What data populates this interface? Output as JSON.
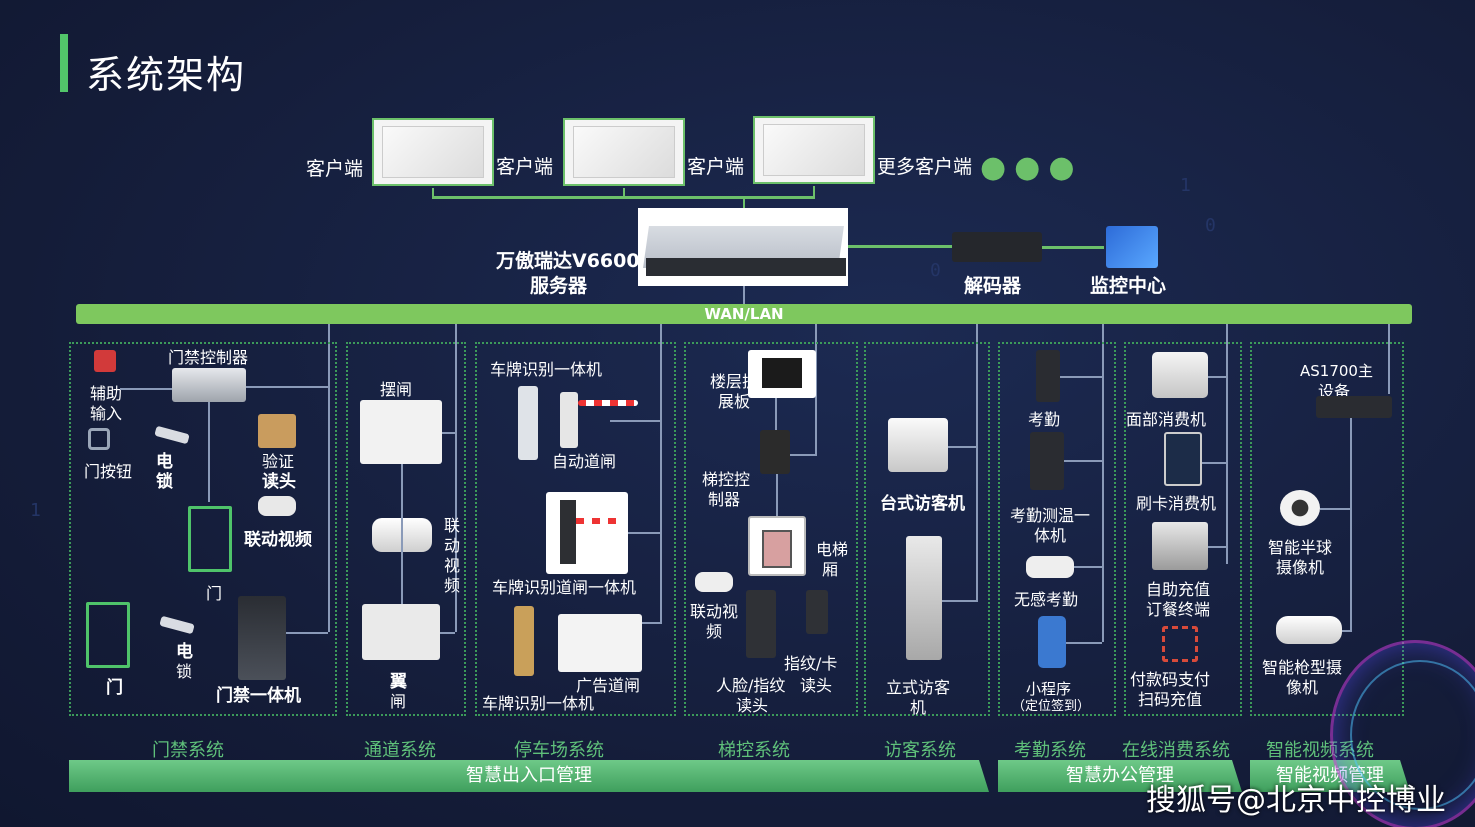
{
  "title": "系统架构",
  "clients": {
    "labels": [
      "客户端",
      "客户端",
      "客户端",
      "更多客户端"
    ]
  },
  "server": {
    "line1": "万傲瑞达V6600",
    "line2": "服务器"
  },
  "decoder": "解码器",
  "monitor_center": "监控中心",
  "network": "WAN/LAN",
  "access": {
    "aux_input_1": "辅助",
    "aux_input_2": "输入",
    "controller": "门禁控制器",
    "door_button": "门按钮",
    "lock_a_1": "电",
    "lock_a_2": "锁",
    "verify_1": "验证",
    "verify_2": "读头",
    "video": "联动视频",
    "door_a": "门",
    "door_b": "门",
    "lock_b_1": "电",
    "lock_b_2": "锁",
    "terminal": "门禁一体机"
  },
  "channel": {
    "swing": "摆闸",
    "video_1": "联",
    "video_2": "动",
    "video_3": "视",
    "video_4": "频",
    "wing_1": "翼",
    "wing_2": "闸"
  },
  "parking": {
    "lpr_unit": "车牌识别一体机",
    "auto_gate": "自动道闸",
    "lpr_gate": "车牌识别道闸一体机",
    "ad_gate": "广告道闸",
    "lpr_unit_2": "车牌识别一体机"
  },
  "elevator": {
    "floor_board_1": "楼层扩",
    "floor_board_2": "展板",
    "controller_1": "梯控控",
    "controller_2": "制器",
    "car_1": "电梯",
    "car_2": "厢",
    "video_1": "联动视",
    "video_2": "频",
    "finger_card_1": "指纹/卡",
    "finger_card_2": "读头",
    "face_finger_1": "人脸/指纹",
    "face_finger_2": "读头"
  },
  "visitor": {
    "desktop": "台式访客机",
    "stand_1": "立式访客",
    "stand_2": "机"
  },
  "attendance": {
    "device": "考勤",
    "temp_1": "考勤测温一",
    "temp_2": "体机",
    "seamless": "无感考勤",
    "mini_1": "小程序",
    "mini_2": "（定位签到）"
  },
  "consumption": {
    "face": "面部消费机",
    "card": "刷卡消费机",
    "self_1": "自助充值",
    "self_2": "订餐终端",
    "qr_1": "付款码支付",
    "qr_2": "扫码充值"
  },
  "video_sys": {
    "host_1": "AS1700主",
    "host_2": "设备",
    "dome_1": "智能半球",
    "dome_2": "摄像机",
    "bullet_1": "智能枪型摄",
    "bullet_2": "像机"
  },
  "categories": [
    "门禁系统",
    "通道系统",
    "停车场系统",
    "梯控系统",
    "访客系统",
    "考勤系统",
    "在线消费系统",
    "智能视频系统"
  ],
  "bands": [
    "智慧出入口管理",
    "智慧办公管理",
    "智能视频管理"
  ],
  "watermark": "搜狐号@北京中控博业",
  "colors": {
    "accent": "#52c56a",
    "background": "#16213f",
    "network": "#7ec85e"
  }
}
